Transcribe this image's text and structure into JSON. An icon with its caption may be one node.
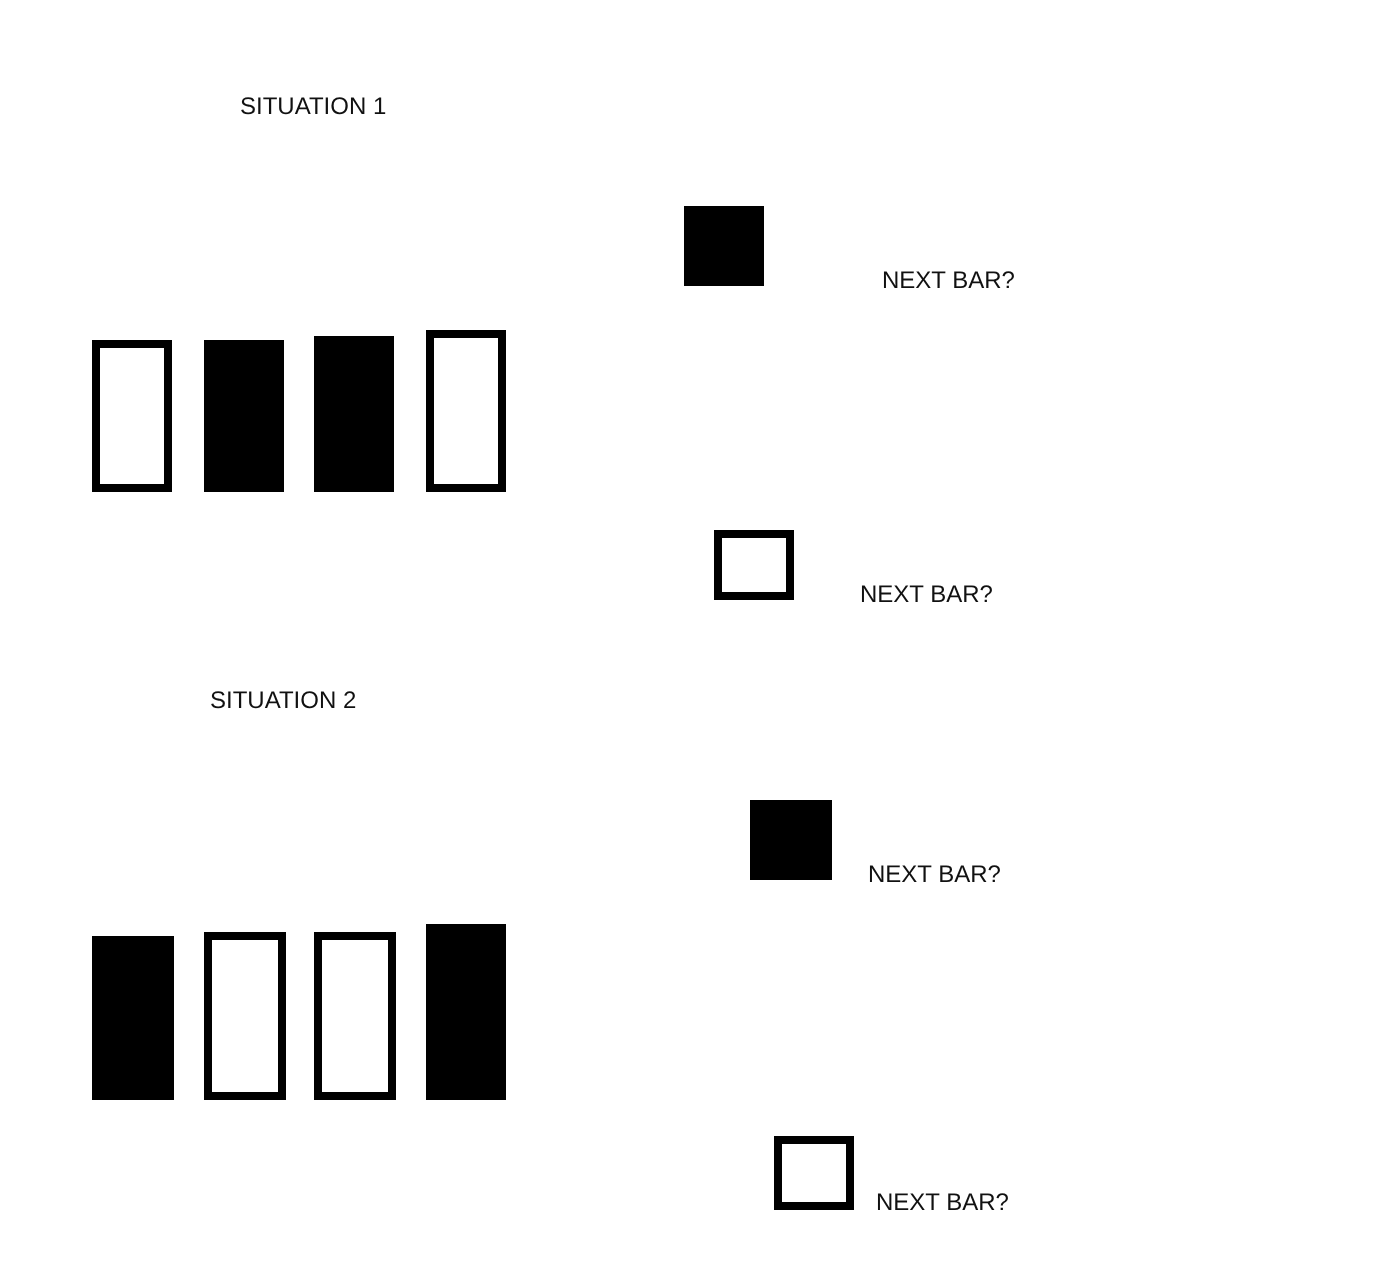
{
  "diagram": {
    "labels": [
      "SITUATION 1",
      "NEXT BAR?",
      "NEXT BAR?",
      "SITUATION 2",
      "NEXT BAR?",
      "NEXT BAR?"
    ]
  }
}
